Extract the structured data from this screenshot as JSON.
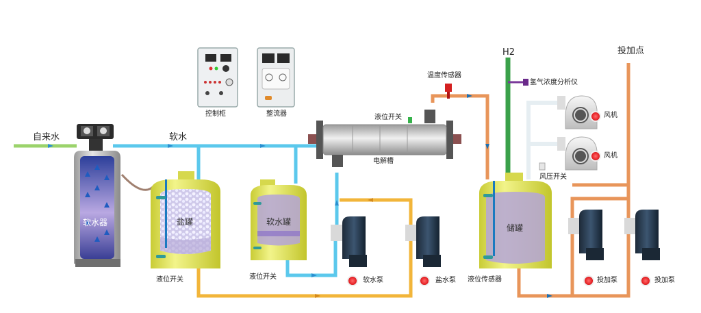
{
  "labels": {
    "raw_water": "自来水",
    "soft_water": "软水",
    "control_cabinet": "控制柜",
    "rectifier": "整流器",
    "softener": "软水器",
    "salt_tank": "盐罐",
    "soft_water_tank": "软水罐",
    "level_switch_salt": "液位开关",
    "level_switch_soft": "液位开关",
    "level_switch_cell": "液位开关",
    "electrolyzer": "电解槽",
    "temp_sensor": "温度传感器",
    "h2": "H2",
    "hydrogen_analyzer": "氢气浓度分析仪",
    "dosing_point": "投加点",
    "fan_1": "风机",
    "fan_2": "风机",
    "pressure_switch": "风压开关",
    "storage_tank": "储罐",
    "level_sensor": "液位传感器",
    "soft_water_pump": "软水泵",
    "brine_pump": "盐水泵",
    "dosing_pump_1": "投加泵",
    "dosing_pump_2": "投加泵"
  },
  "colors": {
    "soft_water_pipe": "#5bc8ec",
    "raw_water_pipe": "#9bd36b",
    "brine_pipe": "#f2b53a",
    "product_pipe": "#e8955a",
    "h2_pipe": "#3aa14a",
    "tank_body": "#e6e86a",
    "indicator": "#e8262a"
  }
}
